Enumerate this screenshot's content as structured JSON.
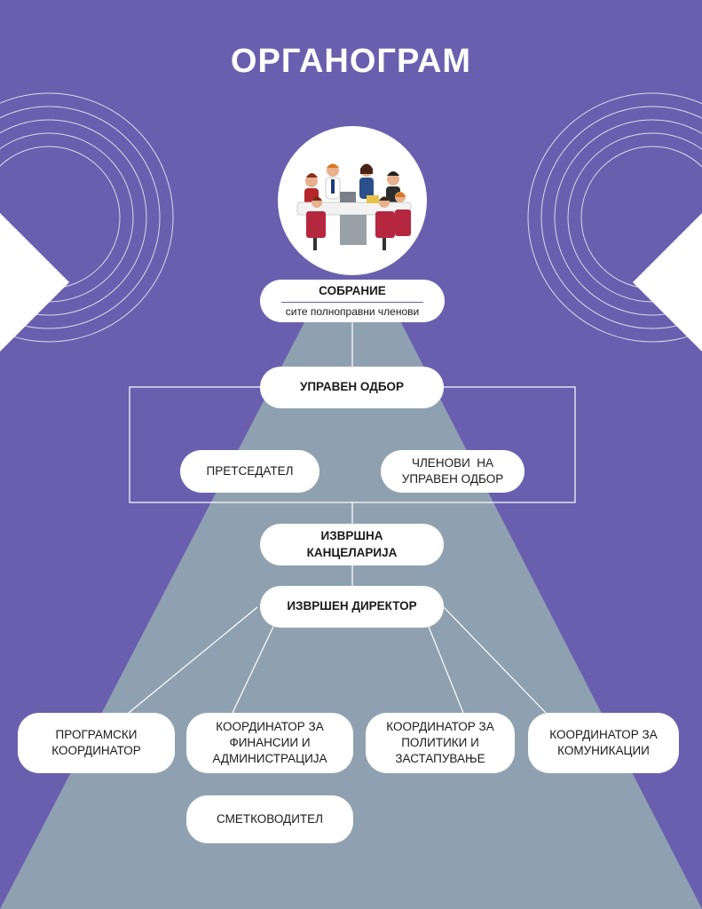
{
  "title": "ОРГАНОГРАМ",
  "colors": {
    "background": "#6a5fae",
    "pyramid": "#8fa1b1",
    "node": "#ffffff",
    "connector": "#ffffff"
  },
  "illustration": "meeting-illustration",
  "nodes": {
    "sobranie": {
      "title": "СОБРАНИЕ",
      "subtitle": "сите полноправни членови"
    },
    "board": "УПРАВЕН ОДБОР",
    "chair": "ПРЕТСЕДАТЕЛ",
    "members": {
      "line1": "ЧЛЕНОВИ  НА",
      "line2": "УПРАВЕН ОДБОР"
    },
    "office": {
      "line1": "ИЗВРШНА",
      "line2": "КАНЦЕЛАРИЈА"
    },
    "director": "ИЗВРШЕН ДИРЕКТОР",
    "program": {
      "line1": "ПРОГРАМСКИ",
      "line2": "КООРДИНАТОР"
    },
    "finance": {
      "line1": "КООРДИНАТОР ЗА",
      "line2": "ФИНАНСИИ И",
      "line3": "АДМИНИСТРАЦИЈА"
    },
    "policy": {
      "line1": "КООРДИНАТОР ЗА",
      "line2": "ПОЛИТИКИ И",
      "line3": "ЗАСТАПУВАЊЕ"
    },
    "communication": {
      "line1": "КООРДИНАТОР ЗА",
      "line2": "КОМУНИКАЦИИ"
    },
    "accountant": "СМЕТКОВОДИТЕЛ"
  }
}
